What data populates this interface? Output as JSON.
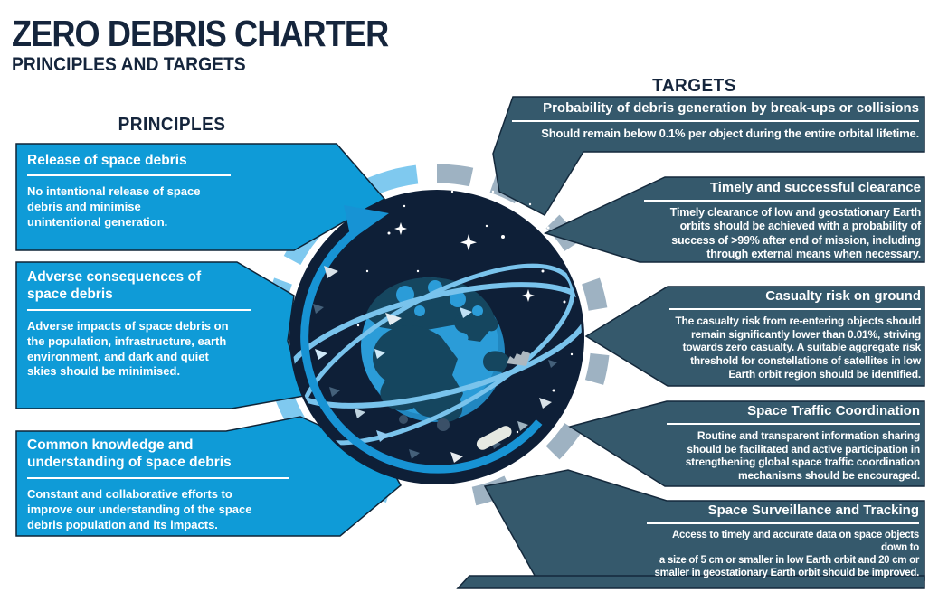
{
  "header": {
    "title": "ZERO DEBRIS CHARTER",
    "subtitle": "PRINCIPLES AND TARGETS"
  },
  "principles": {
    "heading": "PRINCIPLES",
    "items": [
      {
        "title": "Release of space debris",
        "body": "No intentional release of space\ndebris and minimise\nunintentional generation."
      },
      {
        "title": "Adverse consequences of\nspace debris",
        "body": "Adverse impacts of space debris on\nthe population, infrastructure, earth\nenvironment, and dark and quiet\nskies should be minimised."
      },
      {
        "title": "Common knowledge and\nunderstanding of space debris",
        "body": "Constant and collaborative efforts to\nimprove our understanding of the space\ndebris population and its impacts."
      }
    ]
  },
  "targets": {
    "heading": "TARGETS",
    "items": [
      {
        "title": "Probability of debris generation by break-ups or collisions",
        "body": "Should remain below 0.1% per object during the entire orbital lifetime."
      },
      {
        "title": "Timely and successful clearance",
        "body": "Timely clearance of low and geostationary Earth\norbits should be achieved with a probability of\nsuccess of >99% after end of mission, including\nthrough external means when necessary."
      },
      {
        "title": "Casualty risk on ground",
        "body": "The casualty risk from re-entering objects should\nremain significantly lower than 0.01%, striving\ntowards zero casualty. A suitable aggregate risk\nthreshold for constellations of satellites in low\nEarth orbit region should be identified."
      },
      {
        "title": "Space Traffic Coordination",
        "body": "Routine and transparent information sharing\nshould be facilitated and active participation in\nstrengthening global space traffic coordination\nmechanisms should be encouraged."
      },
      {
        "title": "Space Surveillance and Tracking",
        "body": "Access to timely and accurate data on space objects down to\na size of 5 cm or smaller in low Earth orbit and 20 cm or\nsmaller in geostationary Earth orbit should be improved."
      }
    ]
  },
  "icons": {
    "center_illustration": "earth-with-orbits-and-debris",
    "ring": "segmented-orbit-ring",
    "arrow": "orbital-rotation-arrow"
  },
  "colors": {
    "accent_blue": "#0F9BD7",
    "panel_slate": "#35596C",
    "navy_text": "#15253C",
    "ring_light_blue": "#7FC9EF",
    "ring_gray": "#9EB2C2",
    "space_navy": "#0E1F37",
    "earth_blue": "#2B9CD8",
    "orbit_blue": "#79C3EC"
  }
}
